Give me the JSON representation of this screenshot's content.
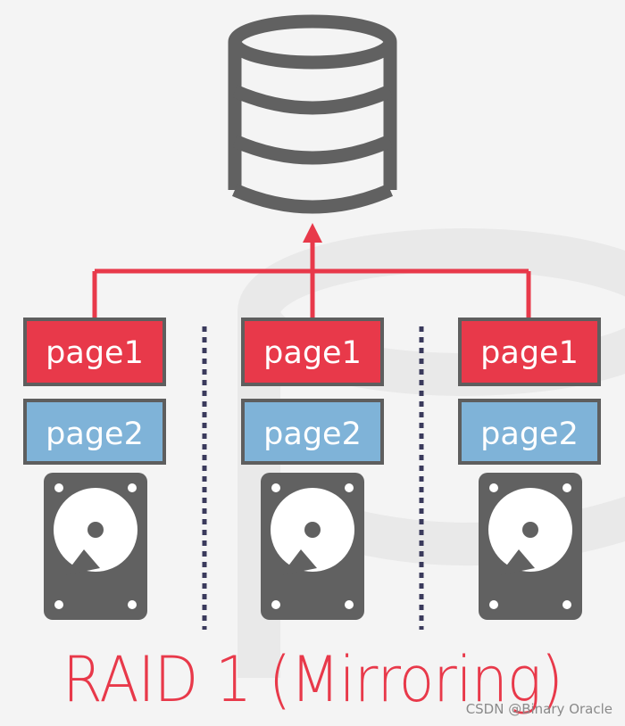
{
  "diagram": {
    "title": "RAID 1 (Mirroring)",
    "pages": {
      "page1": "page1",
      "page2": "page2"
    },
    "disk_count": 3,
    "icons": {
      "database": "database-icon",
      "disk": "hard-drive-icon"
    },
    "colors": {
      "page1_fill": "#e8394a",
      "page2_fill": "#7fb3d8",
      "connector": "#e8394a",
      "icon": "#616161",
      "divider": "#3a3a5c",
      "title": "#e8394a"
    }
  },
  "watermark": "CSDN @Binary Oracle"
}
